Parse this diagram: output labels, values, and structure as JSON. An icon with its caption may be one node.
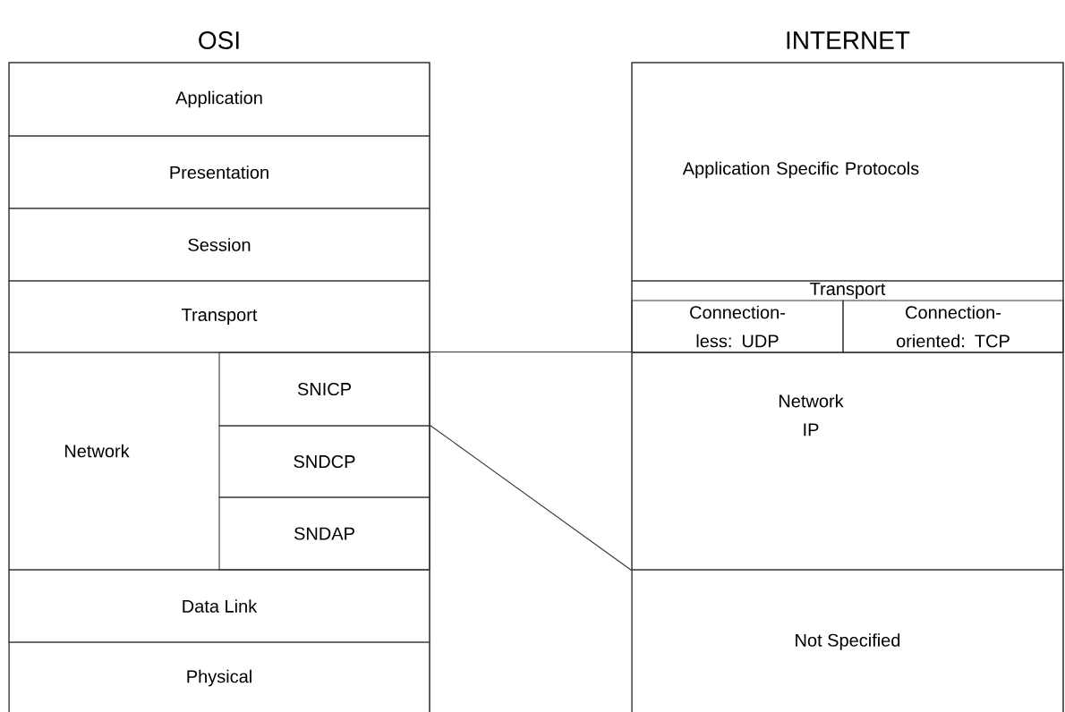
{
  "diagram": {
    "nodes": [
      {
        "text": [
          "OSI"
        ]
      },
      {
        "text": [
          "Application"
        ],
        "in": 0
      },
      {
        "text": [
          "Presentation"
        ],
        "in": 0
      },
      {
        "text": [
          "Session"
        ],
        "in": 0
      },
      {
        "text": [
          "Transport"
        ],
        "in": 0
      },
      {
        "text": [
          "Network"
        ],
        "in": 0
      },
      {
        "text": [
          "SNICP"
        ],
        "in": 5
      },
      {
        "text": [
          "SNDCP"
        ],
        "in": 5
      },
      {
        "text": [
          "SNDAP"
        ],
        "in": 5
      },
      {
        "text": [
          "Data Link"
        ],
        "in": 0
      },
      {
        "text": [
          "Physical"
        ],
        "in": 0
      },
      {
        "text": [
          "INTERNET"
        ]
      },
      {
        "text": [
          "Application Specific Protocols"
        ],
        "in": 11
      },
      {
        "text": [
          "Transport"
        ],
        "in": 11
      },
      {
        "text": [
          "Connection- less: UDP"
        ],
        "in": 13
      },
      {
        "text": [
          "Connection- oriented: TCP"
        ],
        "in": 13
      },
      {
        "text": [
          "Network IP"
        ],
        "in": 11
      },
      {
        "text": [
          "Not Specified"
        ],
        "in": 11
      }
    ],
    "edges": [
      {
        "from": 6,
        "to": 16,
        "arrow": "none"
      },
      {
        "from": 7,
        "to": 16,
        "arrow": "none"
      }
    ]
  }
}
